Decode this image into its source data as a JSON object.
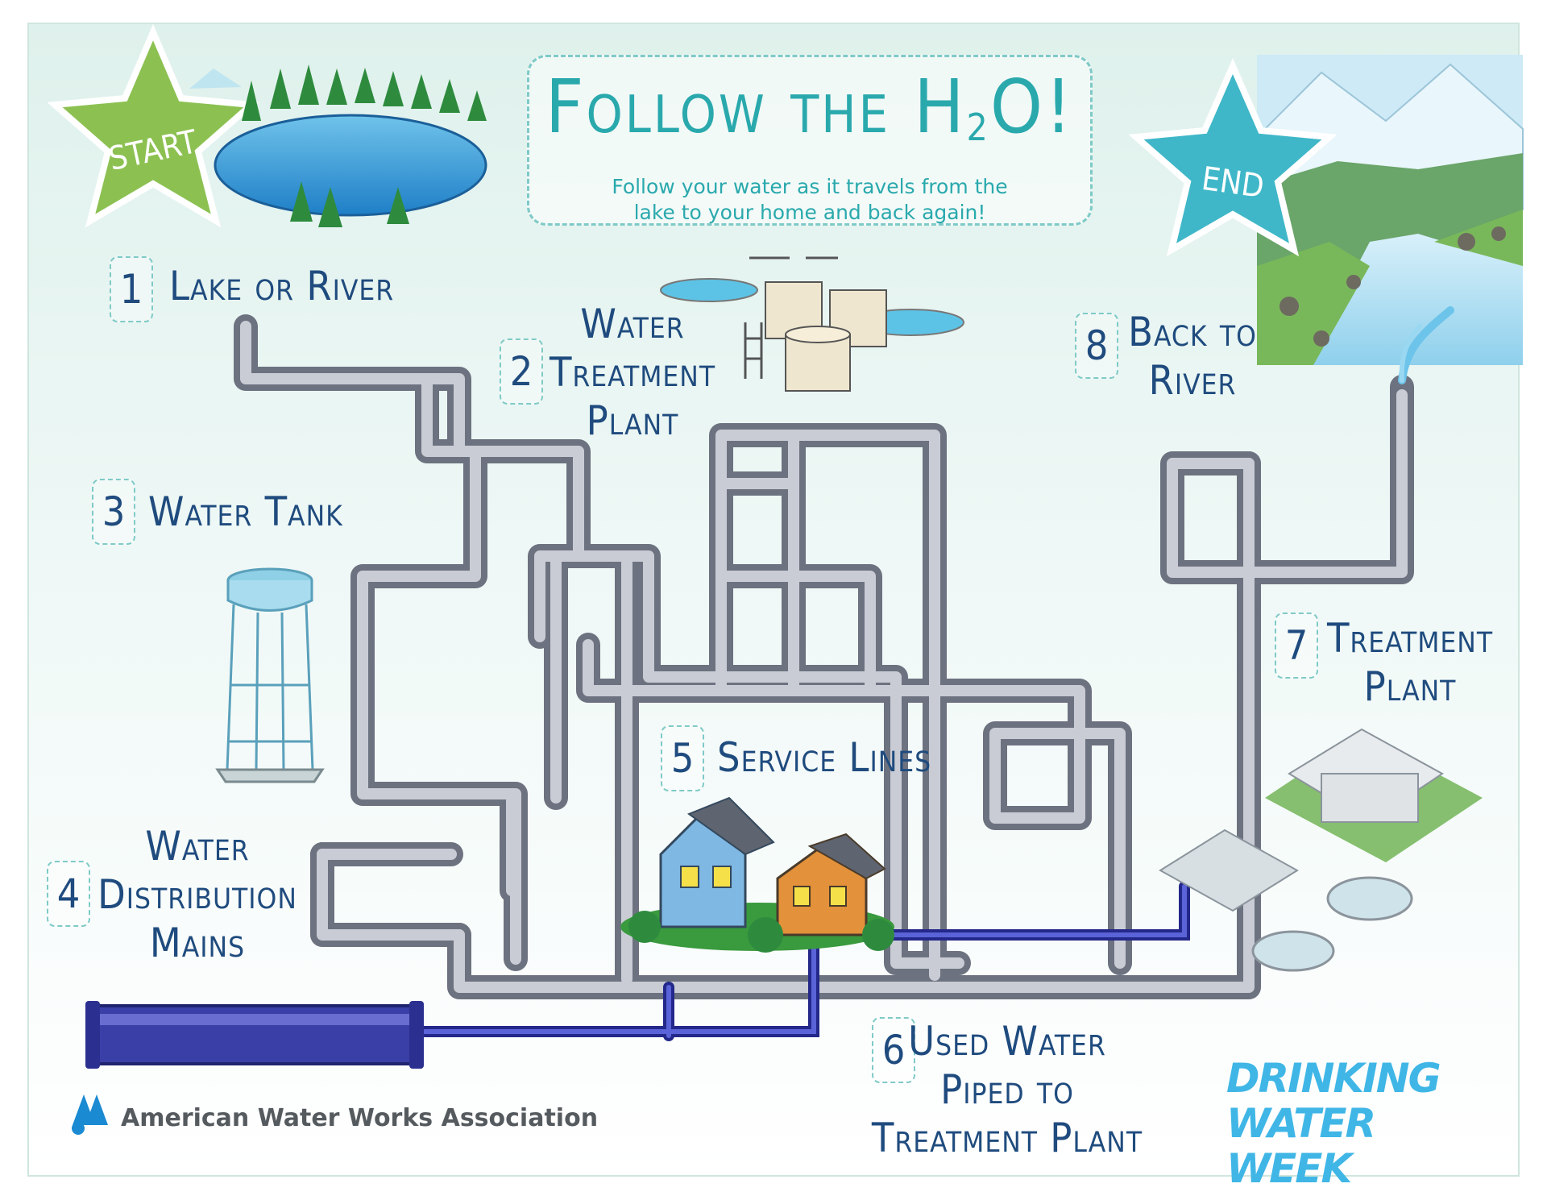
{
  "header": {
    "title_main": "Follow the H",
    "title_sub": "2",
    "title_end": "O!",
    "subtitle_line1": "Follow your water as it travels from the",
    "subtitle_line2": "lake to your home and back again!"
  },
  "markers": {
    "start": "START",
    "end": "END"
  },
  "steps": [
    {
      "number": "1",
      "lines": [
        "Lake or River"
      ]
    },
    {
      "number": "2",
      "lines": [
        "Water",
        "Treatment",
        "Plant"
      ]
    },
    {
      "number": "3",
      "lines": [
        "Water Tank"
      ]
    },
    {
      "number": "4",
      "lines": [
        "Water",
        "Distribution",
        "Mains"
      ]
    },
    {
      "number": "5",
      "lines": [
        "Service Lines"
      ]
    },
    {
      "number": "6",
      "lines": [
        "Used Water",
        "Piped to",
        "Treatment Plant"
      ]
    },
    {
      "number": "7",
      "lines": [
        "Treatment",
        "Plant"
      ]
    },
    {
      "number": "8",
      "lines": [
        "Back to",
        "River"
      ]
    }
  ],
  "footer": {
    "organization": "American Water Works Association",
    "campaign_line1": "DRINKING",
    "campaign_line2": "WATER WEEK"
  },
  "colors": {
    "pipe": "#9a9ea8",
    "sewer_pipe": "#3a3fa8",
    "label": "#1f4b7e",
    "title": "#2aa9ad",
    "start_star": "#8cc152",
    "end_star": "#3fb7c8",
    "brand": "#3fb6e6"
  },
  "icons": [
    "start-star-icon",
    "end-star-icon",
    "lake-icon",
    "treatment-plant-icon",
    "water-tank-icon",
    "houses-icon",
    "wastewater-plant-icon",
    "river-scene-icon",
    "awwa-logo-icon"
  ]
}
